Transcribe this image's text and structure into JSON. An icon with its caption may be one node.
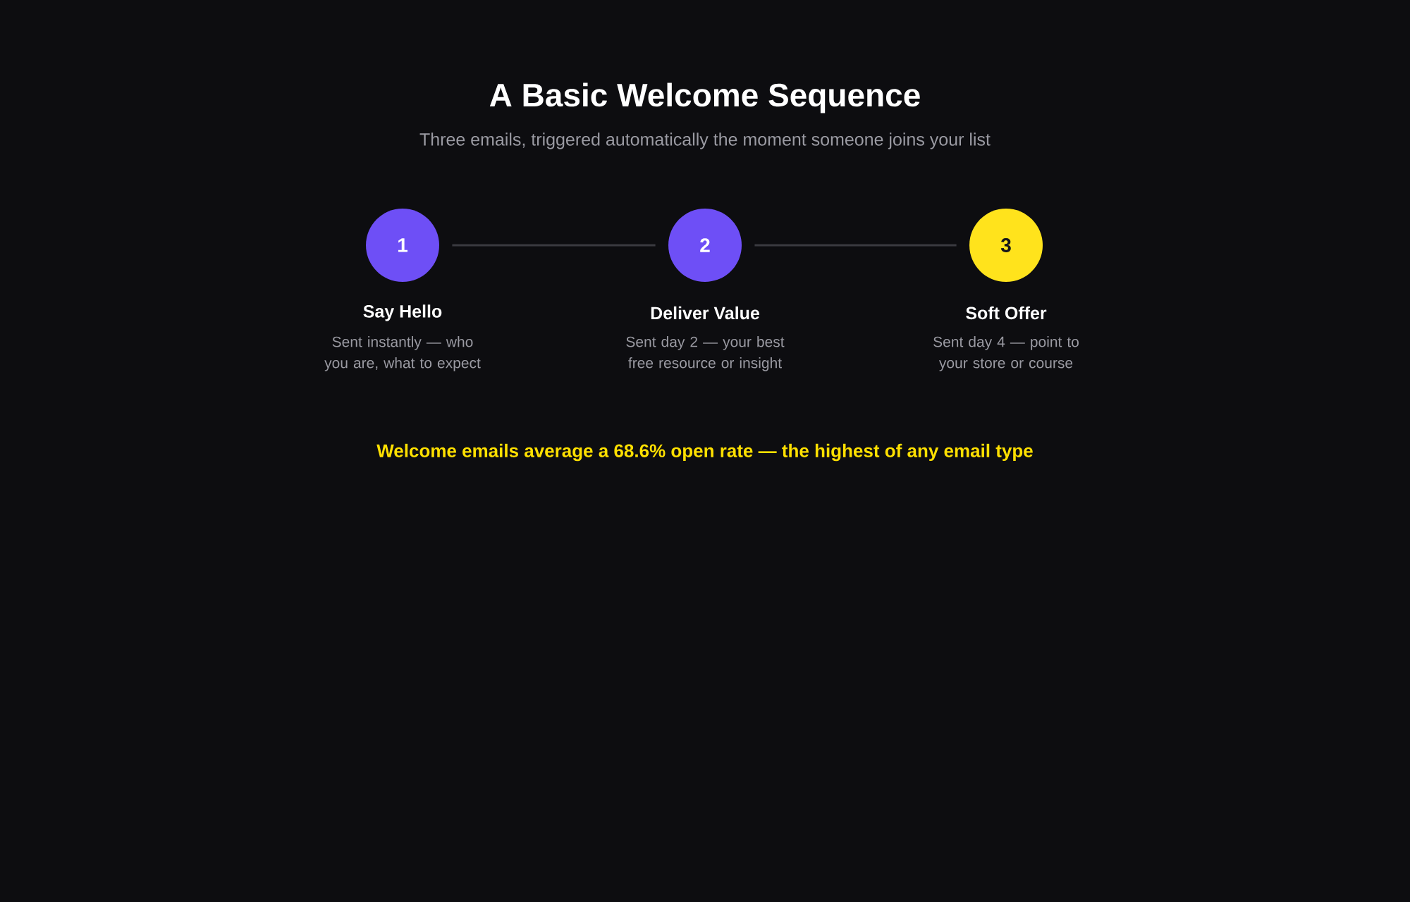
{
  "diagram": {
    "title": "A Basic Welcome Sequence",
    "nodes": [
      {
        "text": [
          "1",
          "Say Hello",
          "Sent instantly — who you are, what to expect"
        ]
      },
      {
        "text": [
          "2",
          "Deliver Value",
          "Sent day 2 — your best free resource or insight"
        ]
      },
      {
        "text": [
          "3",
          "Soft Offer",
          "Sent day 4 — point to your store or course"
        ]
      }
    ],
    "edges": [
      {
        "from": 0,
        "to": 1,
        "arrow": "none"
      },
      {
        "from": 1,
        "to": 2,
        "arrow": "none"
      }
    ],
    "labels": [
      "Three emails, triggered automatically the moment someone joins your list",
      "Welcome emails average a 68.6% open rate — the highest of any email type"
    ]
  }
}
